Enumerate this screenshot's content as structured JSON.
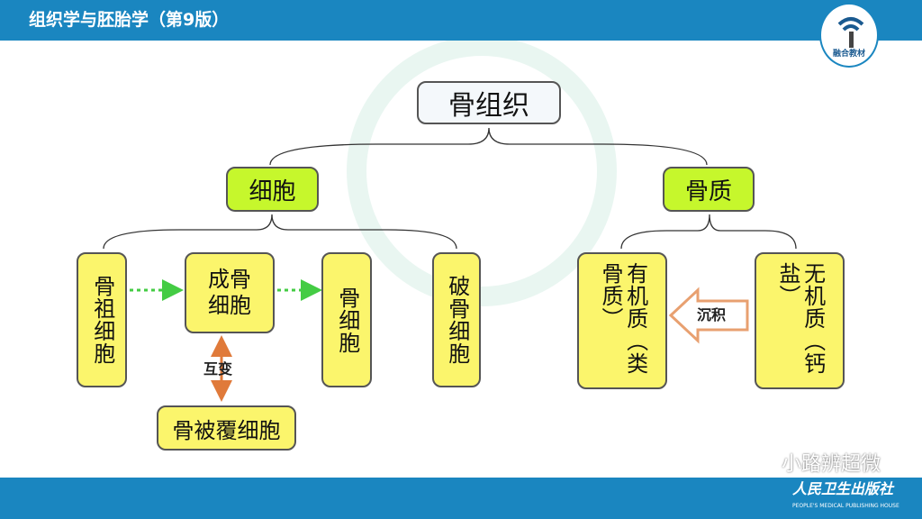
{
  "header": {
    "title": "组织学与胚胎学（第9版）",
    "logo_text": "融合教材"
  },
  "diagram": {
    "root": "骨组织",
    "cells": {
      "label": "细胞",
      "children": [
        "骨祖细胞",
        "成骨细胞",
        "骨细胞",
        "破骨细胞"
      ],
      "bottom": "骨被覆细胞",
      "interconvert": "互变"
    },
    "matrix": {
      "label": "骨质",
      "organic": "有机质（类骨质）",
      "inorganic": "无机质（钙盐）",
      "deposit": "沉积"
    }
  },
  "footer": {
    "watermark": "小路辨超微",
    "publisher": "人民卫生出版社",
    "publisher_en": "PEOPLE'S MEDICAL PUBLISHING HOUSE"
  },
  "colors": {
    "header": "#1a86c0",
    "green": "#c6f72c",
    "yellow": "#fbf56c",
    "arrow_green": "#44cc44",
    "arrow_orange": "#e07a3a"
  }
}
